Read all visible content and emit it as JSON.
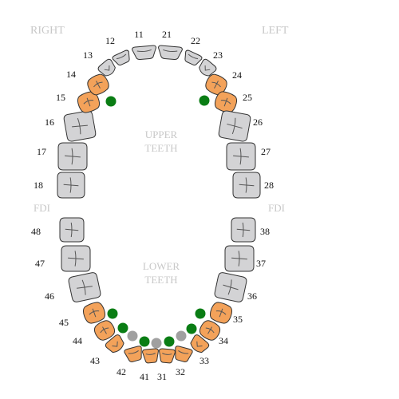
{
  "labels": {
    "right": "RIGHT",
    "left": "LEFT",
    "upper_line1": "UPPER",
    "upper_line2": "TEETH",
    "lower_line1": "LOWER",
    "lower_line2": "TEETH",
    "fdi_left": "FDI",
    "fdi_right": "FDI"
  },
  "colors": {
    "normal": "#d3d3d5",
    "highlighted": "#f3a25a",
    "dot_green": "#0a7d14",
    "dot_gray": "#a0a0a0",
    "faint_label": "#c8c8c8"
  },
  "teeth": [
    {
      "id": "18",
      "status": "normal"
    },
    {
      "id": "17",
      "status": "normal"
    },
    {
      "id": "16",
      "status": "normal"
    },
    {
      "id": "15",
      "status": "highlighted"
    },
    {
      "id": "14",
      "status": "highlighted"
    },
    {
      "id": "13",
      "status": "normal"
    },
    {
      "id": "12",
      "status": "normal"
    },
    {
      "id": "11",
      "status": "normal"
    },
    {
      "id": "21",
      "status": "normal"
    },
    {
      "id": "22",
      "status": "normal"
    },
    {
      "id": "23",
      "status": "normal"
    },
    {
      "id": "24",
      "status": "highlighted"
    },
    {
      "id": "25",
      "status": "highlighted"
    },
    {
      "id": "26",
      "status": "normal"
    },
    {
      "id": "27",
      "status": "normal"
    },
    {
      "id": "28",
      "status": "normal"
    },
    {
      "id": "48",
      "status": "normal"
    },
    {
      "id": "47",
      "status": "normal"
    },
    {
      "id": "46",
      "status": "normal"
    },
    {
      "id": "45",
      "status": "highlighted"
    },
    {
      "id": "44",
      "status": "highlighted"
    },
    {
      "id": "43",
      "status": "highlighted"
    },
    {
      "id": "42",
      "status": "highlighted"
    },
    {
      "id": "41",
      "status": "highlighted"
    },
    {
      "id": "31",
      "status": "highlighted"
    },
    {
      "id": "32",
      "status": "highlighted"
    },
    {
      "id": "33",
      "status": "highlighted"
    },
    {
      "id": "34",
      "status": "highlighted"
    },
    {
      "id": "35",
      "status": "highlighted"
    },
    {
      "id": "36",
      "status": "normal"
    },
    {
      "id": "37",
      "status": "normal"
    },
    {
      "id": "38",
      "status": "normal"
    }
  ],
  "markers": [
    {
      "between": "15-14",
      "color": "green"
    },
    {
      "between": "24-25",
      "color": "green"
    },
    {
      "between": "45-44",
      "color": "green"
    },
    {
      "between": "44-43",
      "color": "green"
    },
    {
      "between": "43-42",
      "color": "gray"
    },
    {
      "between": "42-41",
      "color": "green"
    },
    {
      "between": "41-31",
      "color": "gray"
    },
    {
      "between": "31-32",
      "color": "green"
    },
    {
      "between": "32-33",
      "color": "gray"
    },
    {
      "between": "33-34",
      "color": "green"
    },
    {
      "between": "34-35",
      "color": "green"
    }
  ]
}
